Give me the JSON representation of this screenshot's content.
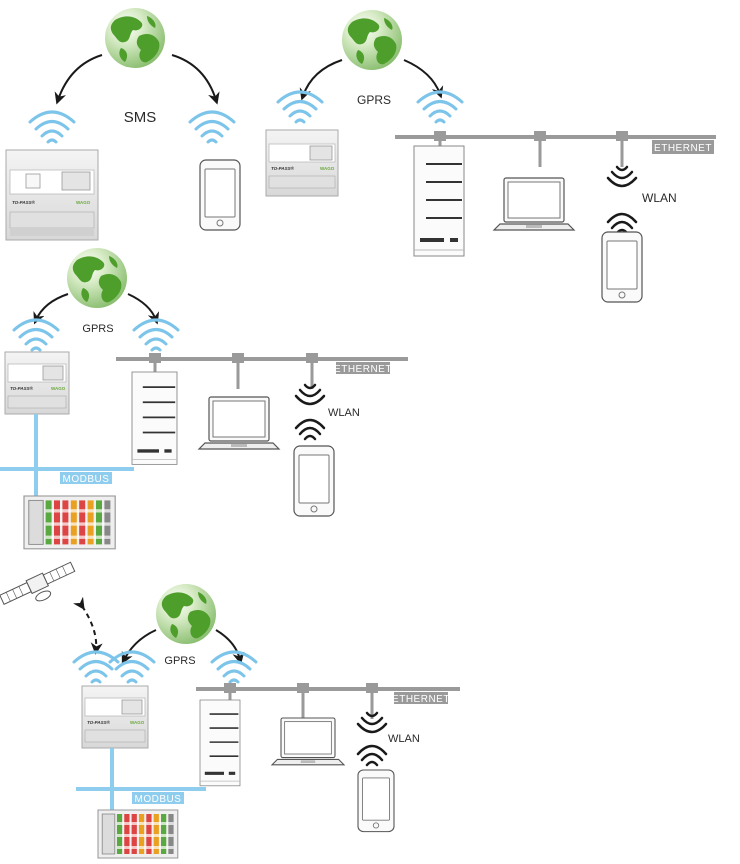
{
  "labels": {
    "sms": "SMS",
    "gprs": "GPRS",
    "wlan": "WLAN",
    "ethernet": "ETHERNET",
    "modbus": "MODBUS",
    "device_name": "TO-PASS®",
    "brand": "WAGO"
  },
  "colors": {
    "wave": "#7cc4ea",
    "ethernet_bar": "#9a9a9a",
    "modbus_bar": "#8fcdef",
    "globe_land": "#4e9e2c",
    "globe_ocean": "#e8f3dc",
    "device_body": "#ececec",
    "text": "#2a2a2a"
  }
}
